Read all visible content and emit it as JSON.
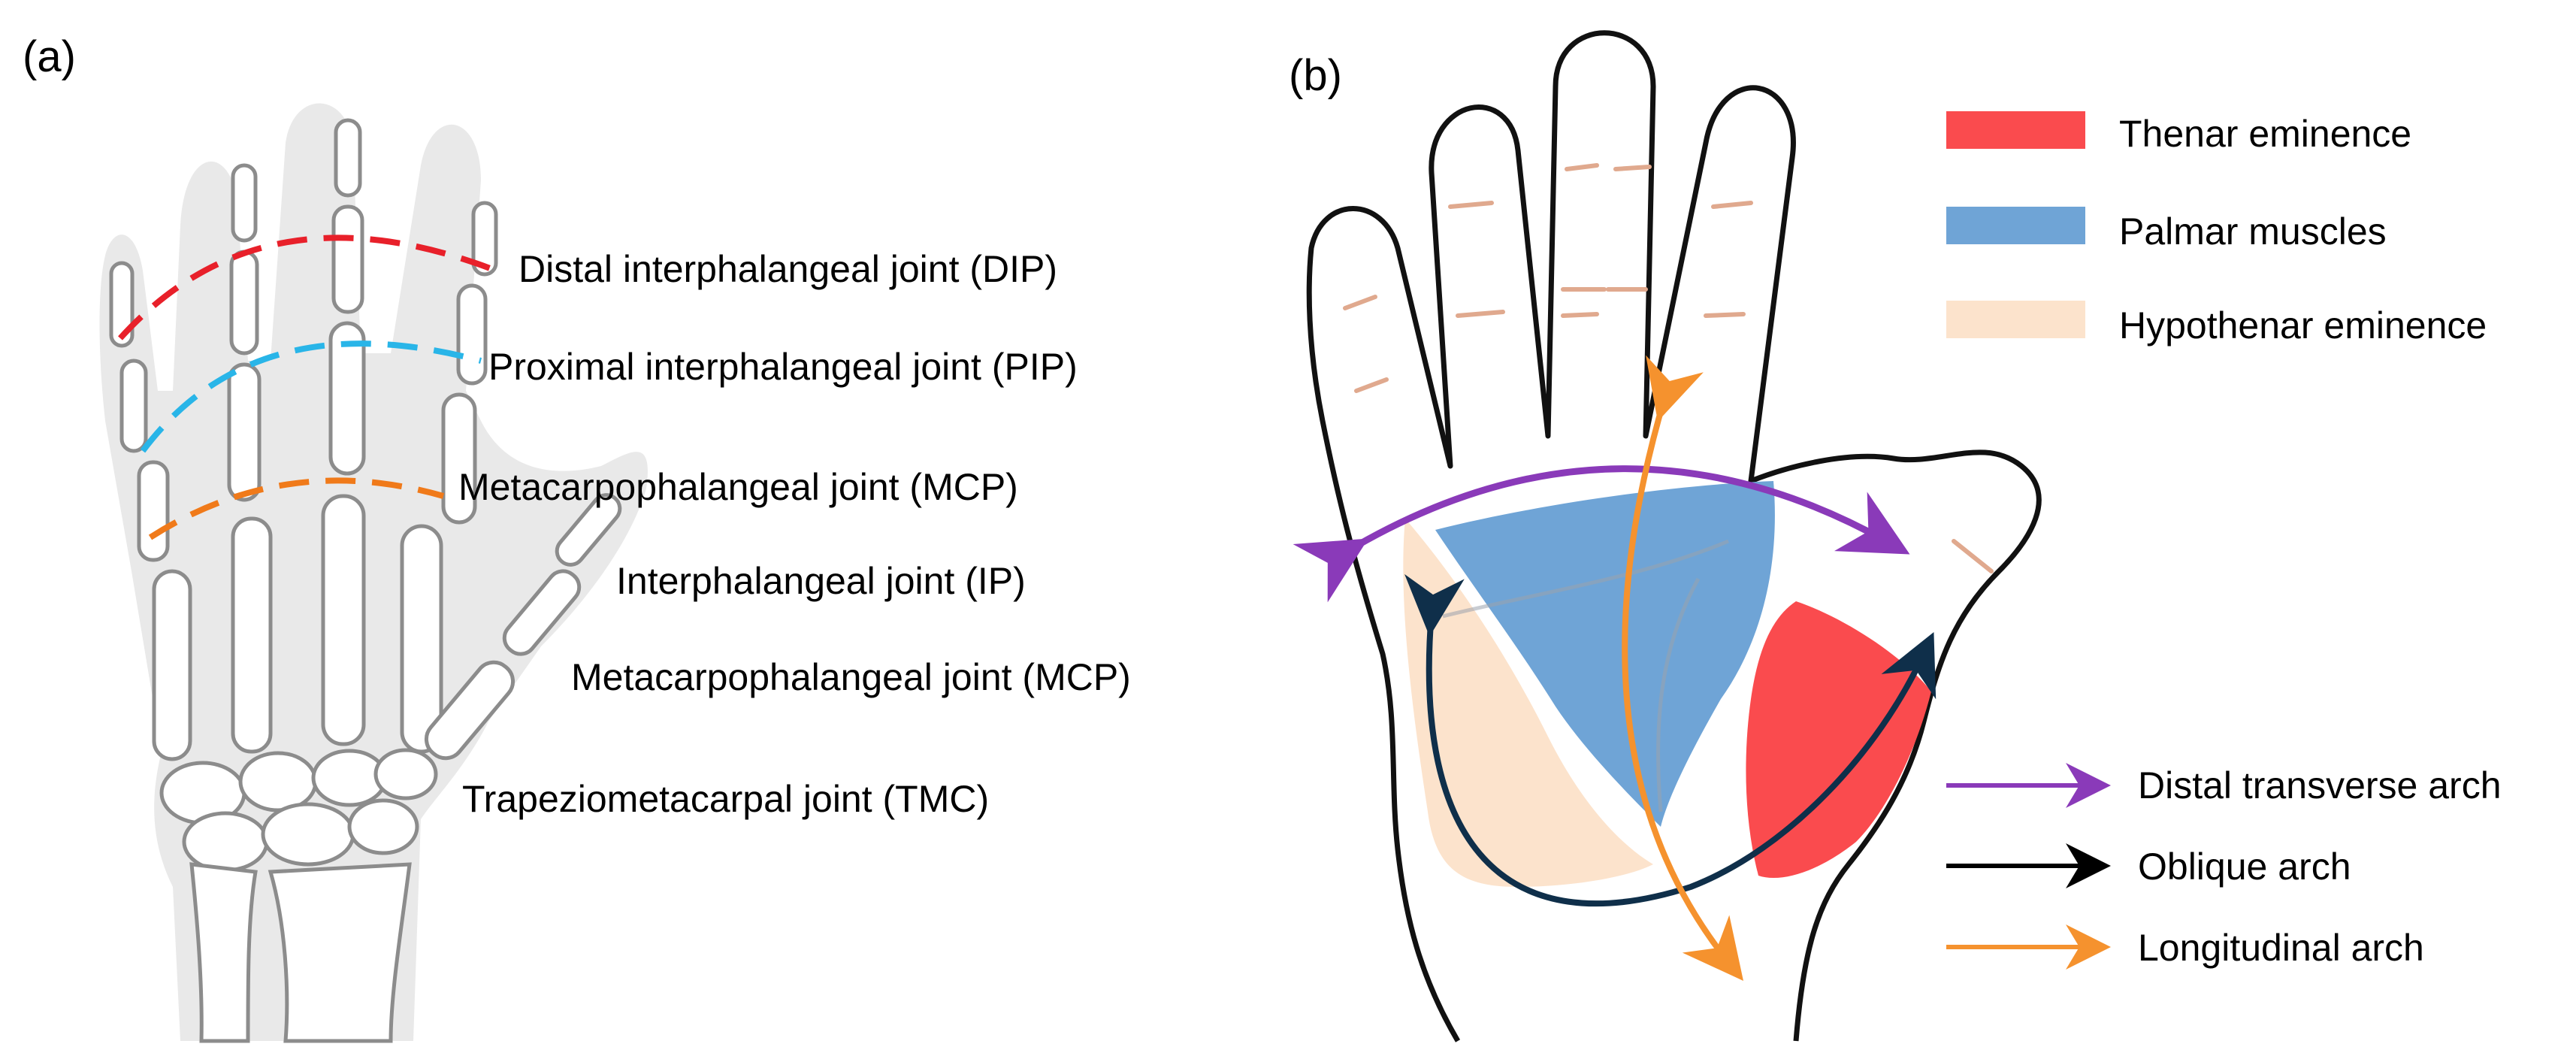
{
  "panel_a": {
    "label": "(a)",
    "joints": [
      {
        "text": "Distal interphalangeal joint (DIP)",
        "color": "#e8202a"
      },
      {
        "text": "Proximal interphalangeal joint (PIP)",
        "color": "#29b5e8"
      },
      {
        "text": "Metacarpophalangeal joint (MCP)",
        "color": "#f07a1a"
      },
      {
        "text": "Interphalangeal joint (IP)",
        "color": ""
      },
      {
        "text": "Metacarpophalangeal joint (MCP)",
        "color": ""
      },
      {
        "text": "Trapeziometacarpal joint (TMC)",
        "color": ""
      }
    ]
  },
  "panel_b": {
    "label": "(b)",
    "regions": [
      {
        "text": "Thenar eminence",
        "color": "#fa4b4e"
      },
      {
        "text": "Palmar muscles",
        "color": "#6fa4d6"
      },
      {
        "text": "Hypothenar eminence",
        "color": "#fce3cc"
      }
    ],
    "arches": [
      {
        "text": "Distal transverse arch",
        "color": "#8a3ab9"
      },
      {
        "text": "Oblique arch",
        "color": "#0f2f4a"
      },
      {
        "text": "Longitudinal arch",
        "color": "#f5922e"
      }
    ]
  }
}
